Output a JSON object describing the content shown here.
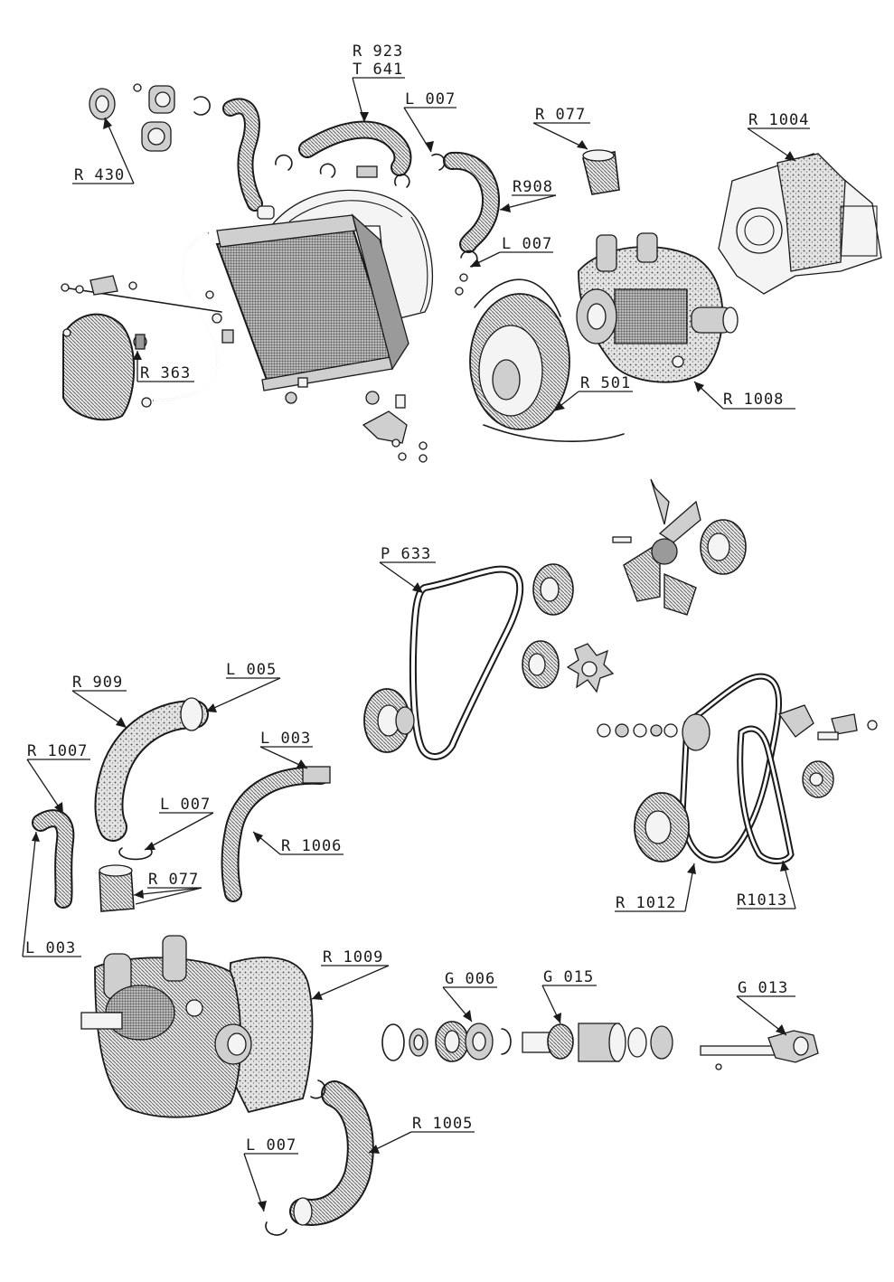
{
  "labels": {
    "r923": "R 923",
    "t641": "T 641",
    "l007_a": "L 007",
    "r077_a": "R 077",
    "r1004": "R 1004",
    "r430": "R 430",
    "r908": "R908",
    "l007_b": "L 007",
    "r363": "R 363",
    "r501": "R 501",
    "r1008": "R 1008",
    "p633": "P 633",
    "r909": "R 909",
    "l005": "L 005",
    "l003_a": "L 003",
    "r1007": "R 1007",
    "l007_c": "L 007",
    "r1006": "R 1006",
    "r077_b": "R 077",
    "l003_b": "L 003",
    "r1012": "R 1012",
    "r1013": "R1013",
    "r1009": "R 1009",
    "g006": "G 006",
    "g015": "G 015",
    "g013": "G 013",
    "r1005": "R 1005",
    "l007_d": "L 007"
  }
}
